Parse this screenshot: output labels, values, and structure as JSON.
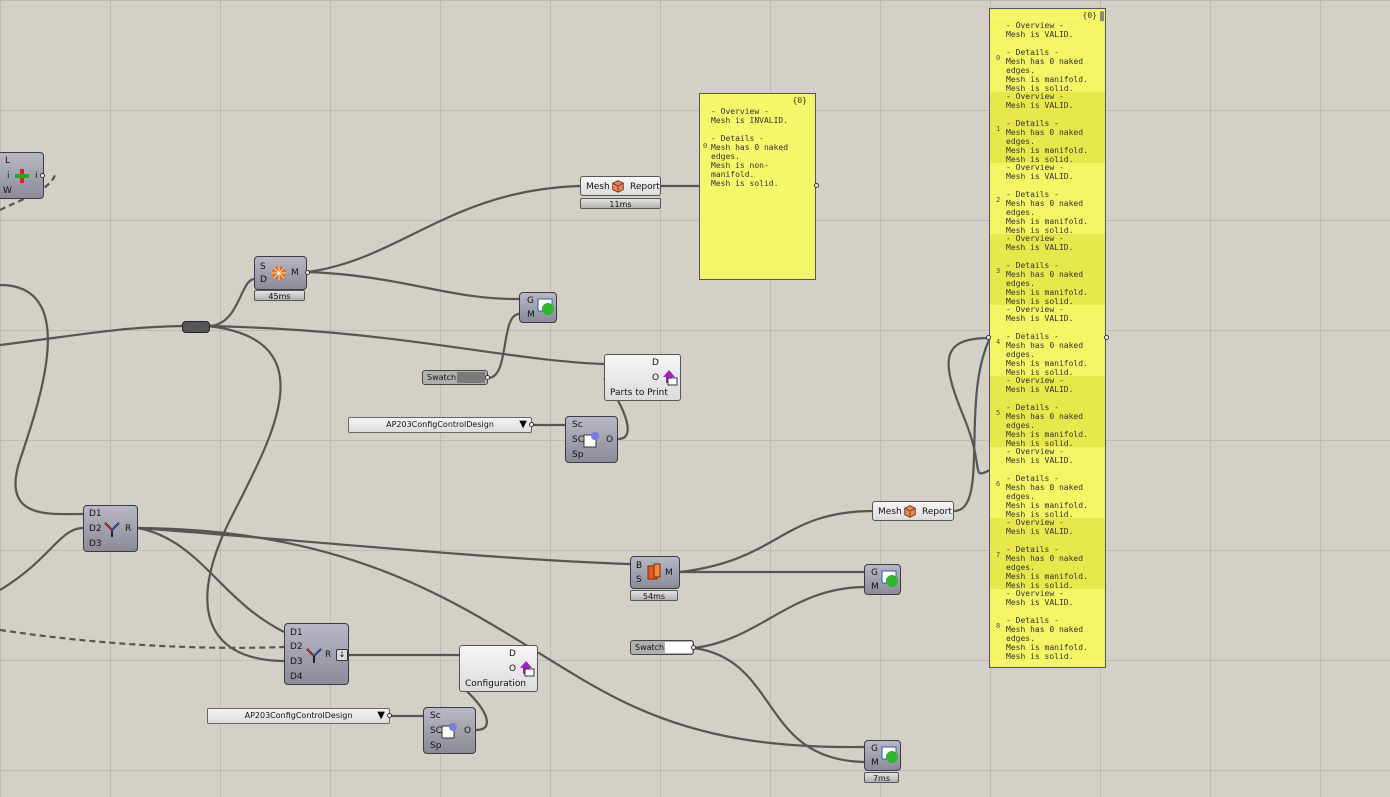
{
  "components": {
    "left_partial": {
      "inputs": [
        "L",
        "i",
        "W"
      ],
      "outputs": [
        "i"
      ]
    },
    "mesh_brep": {
      "inputs": [
        "S",
        "D"
      ],
      "outputs": [
        "M"
      ],
      "timing": "45ms"
    },
    "mesh_report_top": {
      "input": "Mesh",
      "output": "Report",
      "timing": "11ms"
    },
    "preview_top": {
      "inputs": [
        "G",
        "M"
      ]
    },
    "swatch_top": {
      "label": "Swatch",
      "color": "#7a7a7a"
    },
    "dropdown_top": {
      "value": "AP203ConfigControlDesign"
    },
    "export_top": {
      "inputs": [
        "Sc",
        "SC",
        "Sp"
      ],
      "outputs": [
        "O"
      ]
    },
    "parts_to_print": {
      "inputs": [
        "D",
        "O"
      ],
      "label": "Parts to Print"
    },
    "merge_3": {
      "inputs": [
        "D1",
        "D2",
        "D3"
      ],
      "outputs": [
        "R"
      ]
    },
    "merge_4": {
      "inputs": [
        "D1",
        "D2",
        "D3",
        "D4"
      ],
      "outputs": [
        "R"
      ]
    },
    "configuration": {
      "inputs": [
        "D",
        "O"
      ],
      "label": "Configuration"
    },
    "dropdown_bottom": {
      "value": "AP203ConfigControlDesign"
    },
    "export_bottom": {
      "inputs": [
        "Sc",
        "SC",
        "Sp"
      ],
      "outputs": [
        "O"
      ]
    },
    "mesh_brep_2": {
      "inputs": [
        "B",
        "S"
      ],
      "outputs": [
        "M"
      ],
      "timing": "54ms"
    },
    "mesh_report_mid": {
      "input": "Mesh",
      "output": "Report"
    },
    "preview_mid": {
      "inputs": [
        "G",
        "M"
      ]
    },
    "swatch_bottom": {
      "label": "Swatch",
      "color": "#ffffff"
    },
    "preview_bottom": {
      "inputs": [
        "G",
        "M"
      ],
      "timing": "7ms"
    }
  },
  "panel_small": {
    "count": "{0}",
    "index": "0",
    "text": "- Overview -\nMesh is INVALID.\n\n- Details -\nMesh has 0 naked\nedges.\nMesh is non-\nmanifold.\nMesh is solid."
  },
  "panel_big": {
    "count": "{0}",
    "entries": [
      {
        "index": "0",
        "text": "- Overview -\nMesh is VALID.\n\n- Details -\nMesh has 0 naked\nedges.\nMesh is manifold.\nMesh is solid."
      },
      {
        "index": "1",
        "text": "- Overview -\nMesh is VALID.\n\n- Details -\nMesh has 0 naked\nedges.\nMesh is manifold.\nMesh is solid."
      },
      {
        "index": "2",
        "text": "- Overview -\nMesh is VALID.\n\n- Details -\nMesh has 0 naked\nedges.\nMesh is manifold.\nMesh is solid."
      },
      {
        "index": "3",
        "text": "- Overview -\nMesh is VALID.\n\n- Details -\nMesh has 0 naked\nedges.\nMesh is manifold.\nMesh is solid."
      },
      {
        "index": "4",
        "text": "- Overview -\nMesh is VALID.\n\n- Details -\nMesh has 0 naked\nedges.\nMesh is manifold.\nMesh is solid."
      },
      {
        "index": "5",
        "text": "- Overview -\nMesh is VALID.\n\n- Details -\nMesh has 0 naked\nedges.\nMesh is manifold.\nMesh is solid."
      },
      {
        "index": "6",
        "text": "- Overview -\nMesh is VALID.\n\n- Details -\nMesh has 0 naked\nedges.\nMesh is manifold.\nMesh is solid."
      },
      {
        "index": "7",
        "text": "- Overview -\nMesh is VALID.\n\n- Details -\nMesh has 0 naked\nedges.\nMesh is manifold.\nMesh is solid."
      },
      {
        "index": "8",
        "text": "- Overview -\nMesh is VALID.\n\n- Details -\nMesh has 0 naked\nedges.\nMesh is manifold.\nMesh is solid."
      }
    ]
  }
}
